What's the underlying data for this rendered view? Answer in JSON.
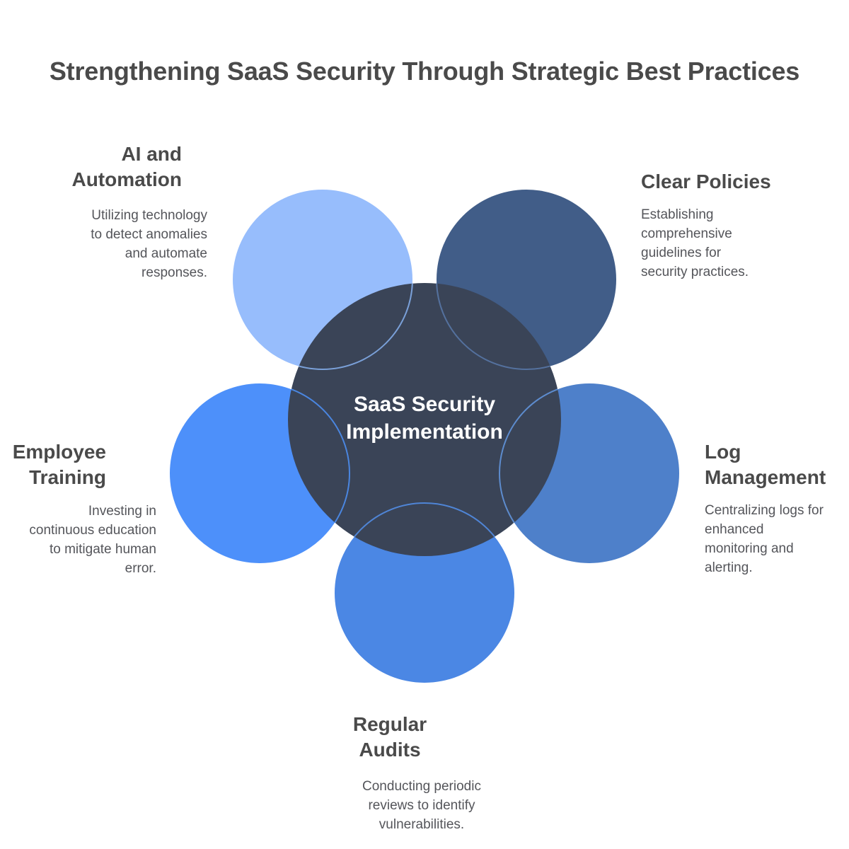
{
  "title": "Strengthening SaaS Security Through Strategic Best Practices",
  "center": {
    "label_lines": [
      "SaaS Security",
      "Implementation"
    ],
    "circle_color": "#3a4457",
    "label_color": "#ffffff"
  },
  "sections": [
    {
      "id": "ai-and-automation",
      "title_lines": [
        "AI and",
        "Automation"
      ],
      "description_lines": [
        "Utilizing technology",
        "to detect anomalies",
        "and automate",
        "responses."
      ],
      "circle_color": "#97bdfc",
      "outline_color": "#7aa0d8"
    },
    {
      "id": "clear-policies",
      "title_lines": [
        "Clear Policies"
      ],
      "description_lines": [
        "Establishing",
        "comprehensive",
        "guidelines for",
        "security practices."
      ],
      "circle_color": "#415d88",
      "outline_color": "#54719e"
    },
    {
      "id": "employee-training",
      "title_lines": [
        "Employee",
        "Training"
      ],
      "description_lines": [
        "Investing in",
        "continuous education",
        "to mitigate human",
        "error."
      ],
      "circle_color": "#4d90fa",
      "outline_color": "#4a86e0"
    },
    {
      "id": "log-management",
      "title_lines": [
        "Log",
        "Management"
      ],
      "description_lines": [
        "Centralizing logs for",
        "enhanced",
        "monitoring and",
        "alerting."
      ],
      "circle_color": "#4e80ca",
      "outline_color": "#5d8cce"
    },
    {
      "id": "regular-audits",
      "title_lines": [
        "Regular",
        "Audits"
      ],
      "description_lines": [
        "Conducting periodic",
        "reviews to identify",
        "vulnerabilities."
      ],
      "circle_color": "#4b87e4",
      "outline_color": "#4f85d6"
    }
  ],
  "text_colors": {
    "title": "#4a4a4a",
    "heading": "#4a4a4a",
    "description": "#54555a"
  }
}
